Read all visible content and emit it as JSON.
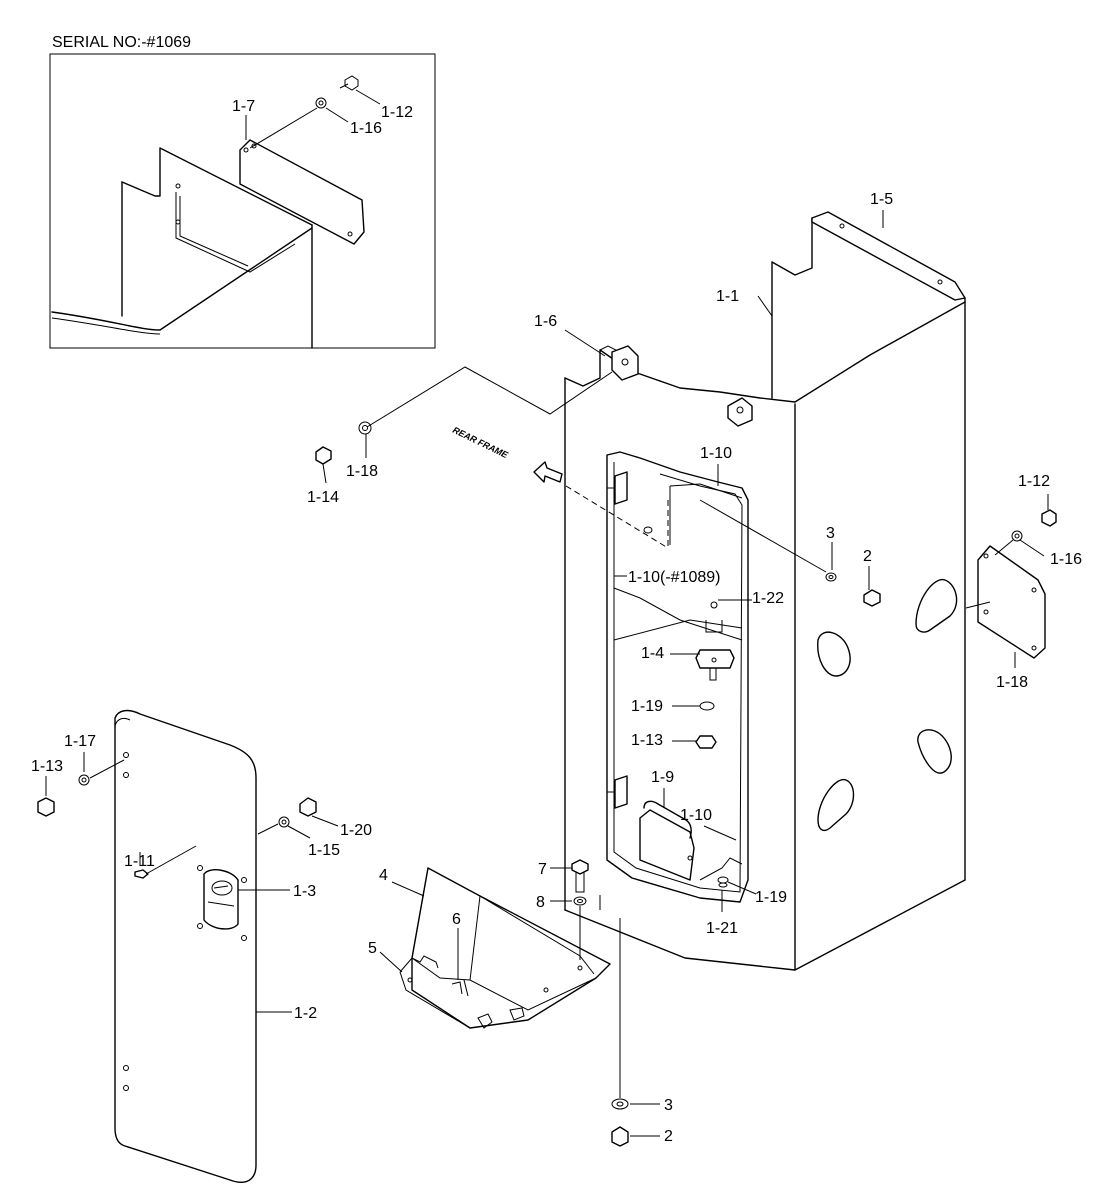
{
  "inset": {
    "title": "SERIAL NO:-#1069",
    "labels": {
      "p1_7": "1-7",
      "p1_12": "1-12",
      "p1_16": "1-16"
    }
  },
  "main": {
    "note": "REAR FRAME",
    "labels": {
      "p1_1": "1-1",
      "p1_2": "1-2",
      "p1_3": "1-3",
      "p1_4": "1-4",
      "p1_5": "1-5",
      "p1_6": "1-6",
      "p1_9": "1-9",
      "p1_10_top": "1-10",
      "p1_10_mid": "1-10(-#1089)",
      "p1_10_low": "1-10",
      "p1_11": "1-11",
      "p1_12": "1-12",
      "p1_13_left": "1-13",
      "p1_13_mid": "1-13",
      "p1_14": "1-14",
      "p1_15": "1-15",
      "p1_16": "1-16",
      "p1_17": "1-17",
      "p1_18_left": "1-18",
      "p1_18_right": "1-18",
      "p1_19_mid": "1-19",
      "p1_19_low": "1-19",
      "p1_20": "1-20",
      "p1_21": "1-21",
      "p1_22": "1-22",
      "p2_right": "2",
      "p2_bottom": "2",
      "p3_right": "3",
      "p3_bottom": "3",
      "p4": "4",
      "p5": "5",
      "p6": "6",
      "p7": "7",
      "p8": "8"
    }
  }
}
